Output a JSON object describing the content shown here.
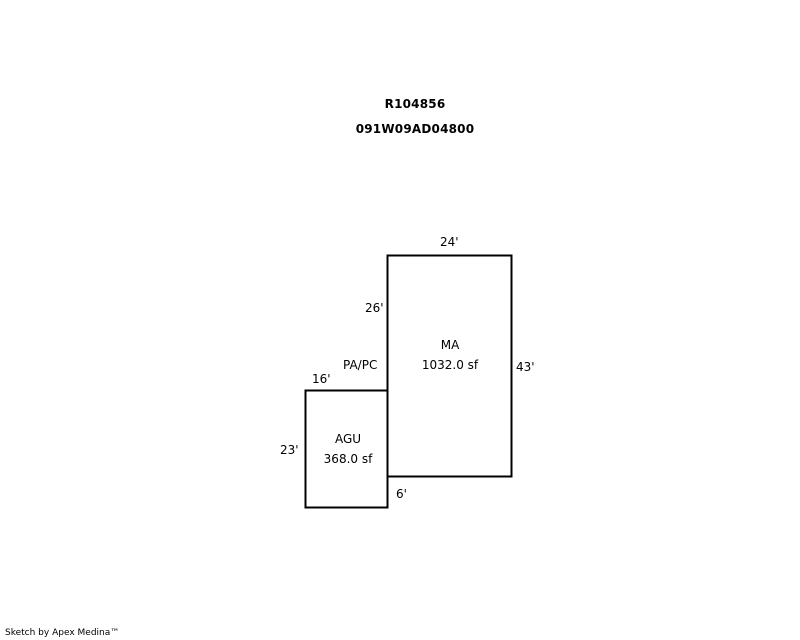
{
  "header": {
    "account_id": "R104856",
    "parcel_number": "091W09AD04800"
  },
  "areas": [
    {
      "code": "MA",
      "area": "1032.0 sf",
      "dimensions": [
        "24'",
        "26'",
        "43'"
      ]
    },
    {
      "code": "AGU",
      "area": "368.0 sf",
      "dimensions": [
        "16'",
        "23'",
        "6'"
      ]
    }
  ],
  "annotation": "PA/PC",
  "footer": "Sketch by Apex Medina™",
  "colors": {
    "line": "#000000",
    "background": "#ffffff"
  }
}
